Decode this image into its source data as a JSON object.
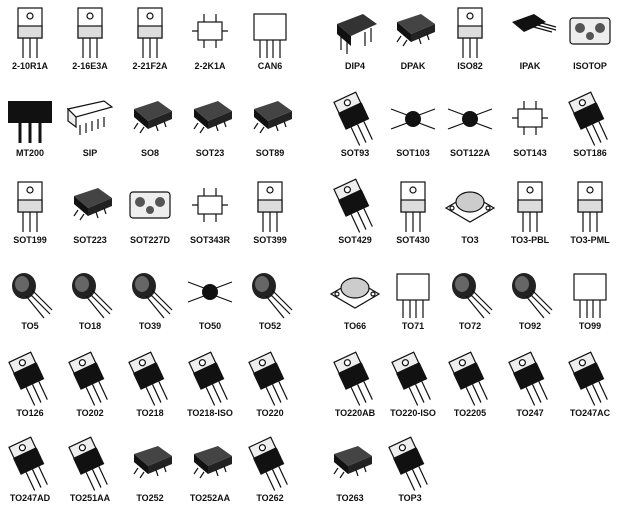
{
  "rows": [
    [
      {
        "name": "2-10R1A",
        "icon": "tab-icon"
      },
      {
        "name": "2-16E3A",
        "icon": "tab-icon"
      },
      {
        "name": "2-21F2A",
        "icon": "tab-icon"
      },
      {
        "name": "2-2K1A",
        "icon": "smd-outline-icon"
      },
      {
        "name": "CAN6",
        "icon": "can-side-icon"
      },
      {
        "name": "DIP4",
        "icon": "dip-icon"
      },
      {
        "name": "DPAK",
        "icon": "smd-icon"
      },
      {
        "name": "ISO82",
        "icon": "tab-icon"
      },
      {
        "name": "IPAK",
        "icon": "smd-leaded-icon"
      },
      {
        "name": "ISOTOP",
        "icon": "module-icon"
      }
    ],
    [
      {
        "name": "MT200",
        "icon": "power-block-icon"
      },
      {
        "name": "SIP",
        "icon": "sip-icon"
      },
      {
        "name": "SO8",
        "icon": "smd-icon"
      },
      {
        "name": "SOT23",
        "icon": "smd-icon"
      },
      {
        "name": "SOT89",
        "icon": "smd-icon"
      },
      {
        "name": "SOT93",
        "icon": "tab-black-icon"
      },
      {
        "name": "SOT103",
        "icon": "flat-cross-icon"
      },
      {
        "name": "SOT122A",
        "icon": "flat-cross-icon"
      },
      {
        "name": "SOT143",
        "icon": "smd-outline-icon"
      },
      {
        "name": "SOT186",
        "icon": "tab-black-icon"
      }
    ],
    [
      {
        "name": "SOT199",
        "icon": "tab-icon"
      },
      {
        "name": "SOT223",
        "icon": "smd-icon"
      },
      {
        "name": "SOT227D",
        "icon": "module-icon"
      },
      {
        "name": "SOT343R",
        "icon": "smd-outline-icon"
      },
      {
        "name": "SOT399",
        "icon": "tab-icon"
      },
      {
        "name": "SOT429",
        "icon": "tab-black-icon"
      },
      {
        "name": "SOT430",
        "icon": "tab-icon"
      },
      {
        "name": "TO3",
        "icon": "to3-icon"
      },
      {
        "name": "TO3-PBL",
        "icon": "tab-icon"
      },
      {
        "name": "TO3-PML",
        "icon": "tab-icon"
      }
    ],
    [
      {
        "name": "TO5",
        "icon": "can-icon"
      },
      {
        "name": "TO18",
        "icon": "can-icon"
      },
      {
        "name": "TO39",
        "icon": "can-icon"
      },
      {
        "name": "TO50",
        "icon": "flat-cross-icon"
      },
      {
        "name": "TO52",
        "icon": "can-icon"
      },
      {
        "name": "TO66",
        "icon": "to3-icon"
      },
      {
        "name": "TO71",
        "icon": "can-side-icon"
      },
      {
        "name": "TO72",
        "icon": "can-icon"
      },
      {
        "name": "TO92",
        "icon": "can-icon"
      },
      {
        "name": "TO99",
        "icon": "can-side-icon"
      }
    ],
    [
      {
        "name": "TO126",
        "icon": "tab-black-icon"
      },
      {
        "name": "TO202",
        "icon": "tab-black-icon"
      },
      {
        "name": "TO218",
        "icon": "tab-black-icon"
      },
      {
        "name": "TO218-ISO",
        "icon": "tab-black-icon"
      },
      {
        "name": "TO220",
        "icon": "tab-black-icon"
      },
      {
        "name": "TO220AB",
        "icon": "tab-black-icon"
      },
      {
        "name": "TO220-ISO",
        "icon": "tab-black-icon"
      },
      {
        "name": "TO2205",
        "icon": "tab-black-icon"
      },
      {
        "name": "TO247",
        "icon": "tab-black-icon"
      },
      {
        "name": "TO247AC",
        "icon": "tab-black-icon"
      }
    ],
    [
      {
        "name": "TO247AD",
        "icon": "tab-black-icon"
      },
      {
        "name": "TO251AA",
        "icon": "tab-black-icon"
      },
      {
        "name": "TO252",
        "icon": "smd-icon"
      },
      {
        "name": "TO252AA",
        "icon": "smd-icon"
      },
      {
        "name": "TO262",
        "icon": "tab-black-icon"
      },
      {
        "name": "TO263",
        "icon": "smd-icon"
      },
      {
        "name": "TOP3",
        "icon": "tab-black-icon"
      }
    ]
  ]
}
